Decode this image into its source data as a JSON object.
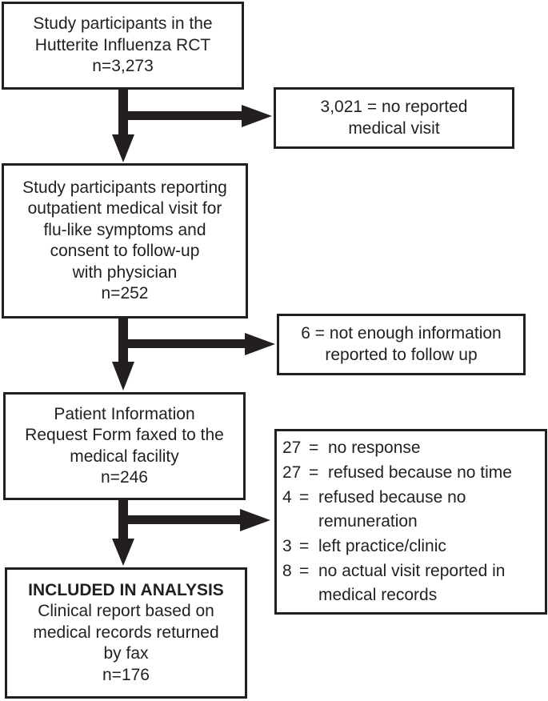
{
  "boxes": {
    "participants": [
      "Study participants in the",
      "Hutterite Influenza RCT",
      "n=3,273"
    ],
    "no_visit": [
      "3,021 = no reported",
      "medical visit"
    ],
    "reporting": [
      "Study participants reporting",
      "outpatient medical visit for",
      "flu-like symptoms and",
      "consent to follow-up",
      "with physician",
      "n=252"
    ],
    "not_enough": [
      "6 = not enough information",
      "reported to follow up"
    ],
    "form_faxed": [
      "Patient Information",
      "Request Form faxed to the",
      "medical facility",
      "n=246"
    ],
    "included": [
      "INCLUDED IN ANALYSIS",
      "Clinical report based on",
      "medical records returned",
      "by fax",
      "n=176"
    ]
  },
  "exclusions": [
    {
      "count": "27",
      "reason": [
        "no response"
      ]
    },
    {
      "count": "27",
      "reason": [
        "refused because no time"
      ]
    },
    {
      "count": "4",
      "reason": [
        "refused because no",
        "remuneration"
      ]
    },
    {
      "count": "3",
      "reason": [
        "left practice/clinic"
      ]
    },
    {
      "count": "8",
      "reason": [
        "no actual visit reported in",
        "medical records"
      ]
    }
  ],
  "exclusion_separator": "="
}
